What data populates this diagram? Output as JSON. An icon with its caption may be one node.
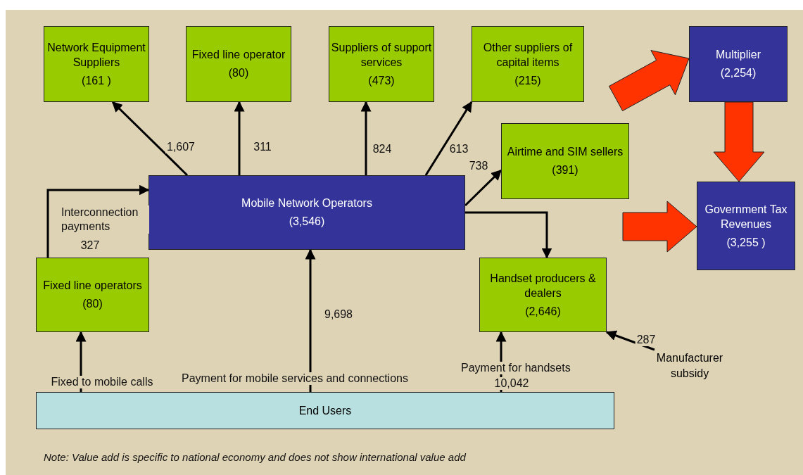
{
  "diagram": {
    "nodes": [
      {
        "text": [
          "Network Equipment Suppliers",
          "(161 )"
        ]
      },
      {
        "text": [
          "Fixed line operator",
          "(80)"
        ]
      },
      {
        "text": [
          "Suppliers of support services",
          "(473)"
        ]
      },
      {
        "text": [
          "Other suppliers of capital items",
          "(215)"
        ]
      },
      {
        "text": [
          "Multiplier",
          "(2,254)"
        ]
      },
      {
        "text": [
          "Airtime and SIM sellers",
          "(391)"
        ]
      },
      {
        "text": [
          "Mobile Network Operators",
          "(3,546)"
        ]
      },
      {
        "text": [
          "Government Tax Revenues",
          "(3,255 )"
        ]
      },
      {
        "text": [
          "Fixed line operators",
          "(80)"
        ]
      },
      {
        "text": [
          "Handset producers & dealers",
          "(2,646)"
        ]
      },
      {
        "text": [
          "End Users"
        ]
      },
      {
        "text": [
          "Manufacturer subsidy"
        ]
      }
    ],
    "edges": [
      {
        "from": 6,
        "to": 0,
        "arrow": "to",
        "label": "1,607"
      },
      {
        "from": 6,
        "to": 1,
        "arrow": "to",
        "label": "311"
      },
      {
        "from": 6,
        "to": 2,
        "arrow": "to",
        "label": "824"
      },
      {
        "from": 6,
        "to": 3,
        "arrow": "to",
        "label": "613"
      },
      {
        "from": 6,
        "to": 5,
        "arrow": "to",
        "label": "738"
      },
      {
        "from": 6,
        "to": 9,
        "arrow": "to"
      },
      {
        "from": 8,
        "to": 6,
        "arrow": "to",
        "label": "327"
      },
      {
        "from": 10,
        "to": 8,
        "arrow": "to",
        "label": "Fixed to mobile calls"
      },
      {
        "from": 10,
        "to": 6,
        "arrow": "to",
        "label": "9,698"
      },
      {
        "from": 10,
        "to": 9,
        "arrow": "to",
        "label": "10,042"
      },
      {
        "from": 11,
        "to": 9,
        "arrow": "to",
        "label": "287"
      },
      {
        "from": null,
        "to": 4,
        "arrow": "to",
        "style": "thick",
        "color": "#ff3300"
      },
      {
        "from": 4,
        "to": 7,
        "arrow": "to",
        "style": "thick",
        "color": "#ff3300"
      },
      {
        "from": null,
        "to": 7,
        "arrow": "to",
        "style": "thick",
        "color": "#ff3300"
      }
    ],
    "labels": [
      "Interconnection payments",
      "Payment for mobile services and connections",
      "Payment for handsets",
      "Note: Value add is specific to national  economy and does not show international value add"
    ]
  }
}
